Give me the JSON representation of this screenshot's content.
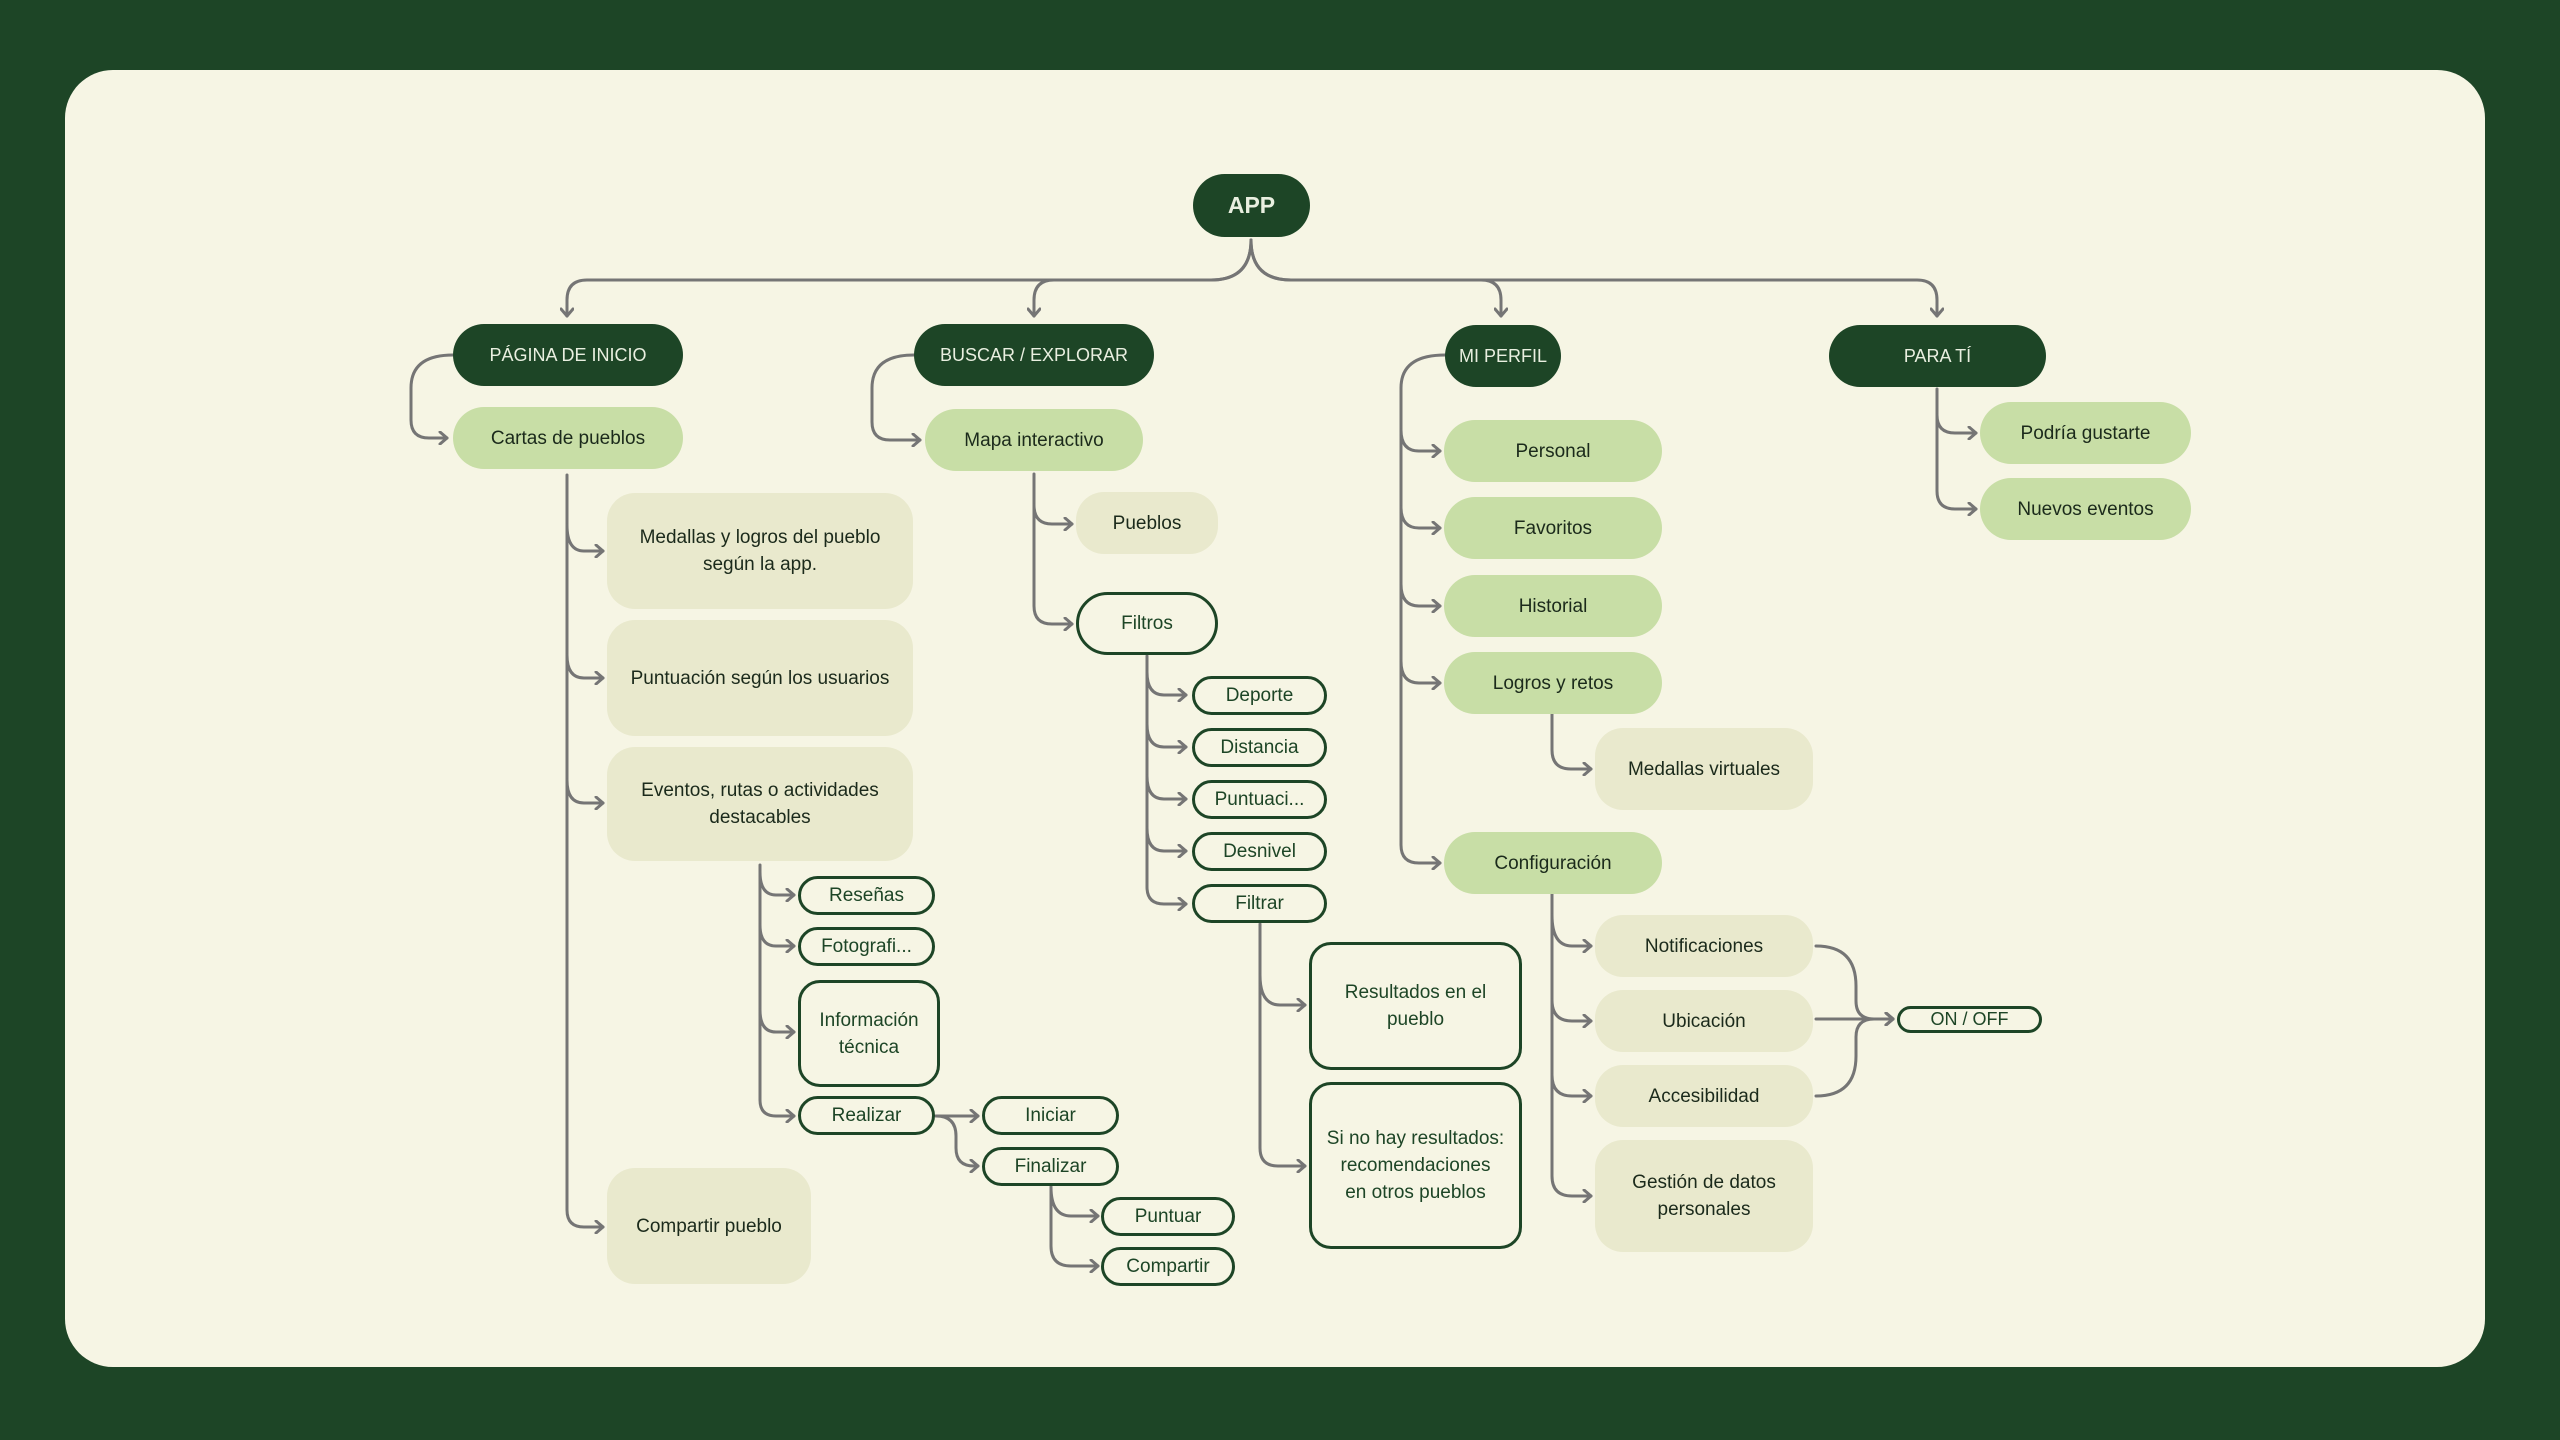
{
  "colors": {
    "background": "#1d4526",
    "card": "#f6f5e4",
    "dark_node": "#1d4526",
    "light_node": "#c8dea6",
    "pale_node": "#e9e9cd",
    "connector": "#757575"
  },
  "nodes": {
    "app": "APP",
    "inicio": "PÁGINA DE INICIO",
    "cartas": "Cartas de pueblos",
    "medallas_logros": "Medallas y logros del pueblo\nsegún la app.",
    "puntuacion_usuarios": "Puntuación según los usuarios",
    "eventos_rutas": "Eventos, rutas o actividades\ndestacables",
    "resenas": "Reseñas",
    "fotografias": "Fotografi...",
    "info_tecnica": "Información\ntécnica",
    "realizar": "Realizar",
    "iniciar": "Iniciar",
    "finalizar": "Finalizar",
    "puntuar": "Puntuar",
    "compartir": "Compartir",
    "compartir_pueblo": "Compartir pueblo",
    "buscar": "BUSCAR / EXPLORAR",
    "mapa": "Mapa interactivo",
    "pueblos": "Pueblos",
    "filtros": "Filtros",
    "deporte": "Deporte",
    "distancia": "Distancia",
    "puntuaci": "Puntuaci...",
    "desnivel": "Desnivel",
    "filtrar": "Filtrar",
    "resultados": "Resultados en el\npueblo",
    "sin_resultados": "Si no hay resultados:\nrecomendaciones\nen otros pueblos",
    "perfil": "MI PERFIL",
    "personal": "Personal",
    "favoritos": "Favoritos",
    "historial": "Historial",
    "logros_retos": "Logros y retos",
    "medallas_virtuales": "Medallas virtuales",
    "configuracion": "Configuración",
    "notificaciones": "Notificaciones",
    "ubicacion": "Ubicación",
    "accesibilidad": "Accesibilidad",
    "gestion_datos": "Gestión de datos\npersonales",
    "on_off": "ON / OFF",
    "para_ti": "PARA TÍ",
    "podria_gustarte": "Podría gustarte",
    "nuevos_eventos": "Nuevos eventos"
  }
}
